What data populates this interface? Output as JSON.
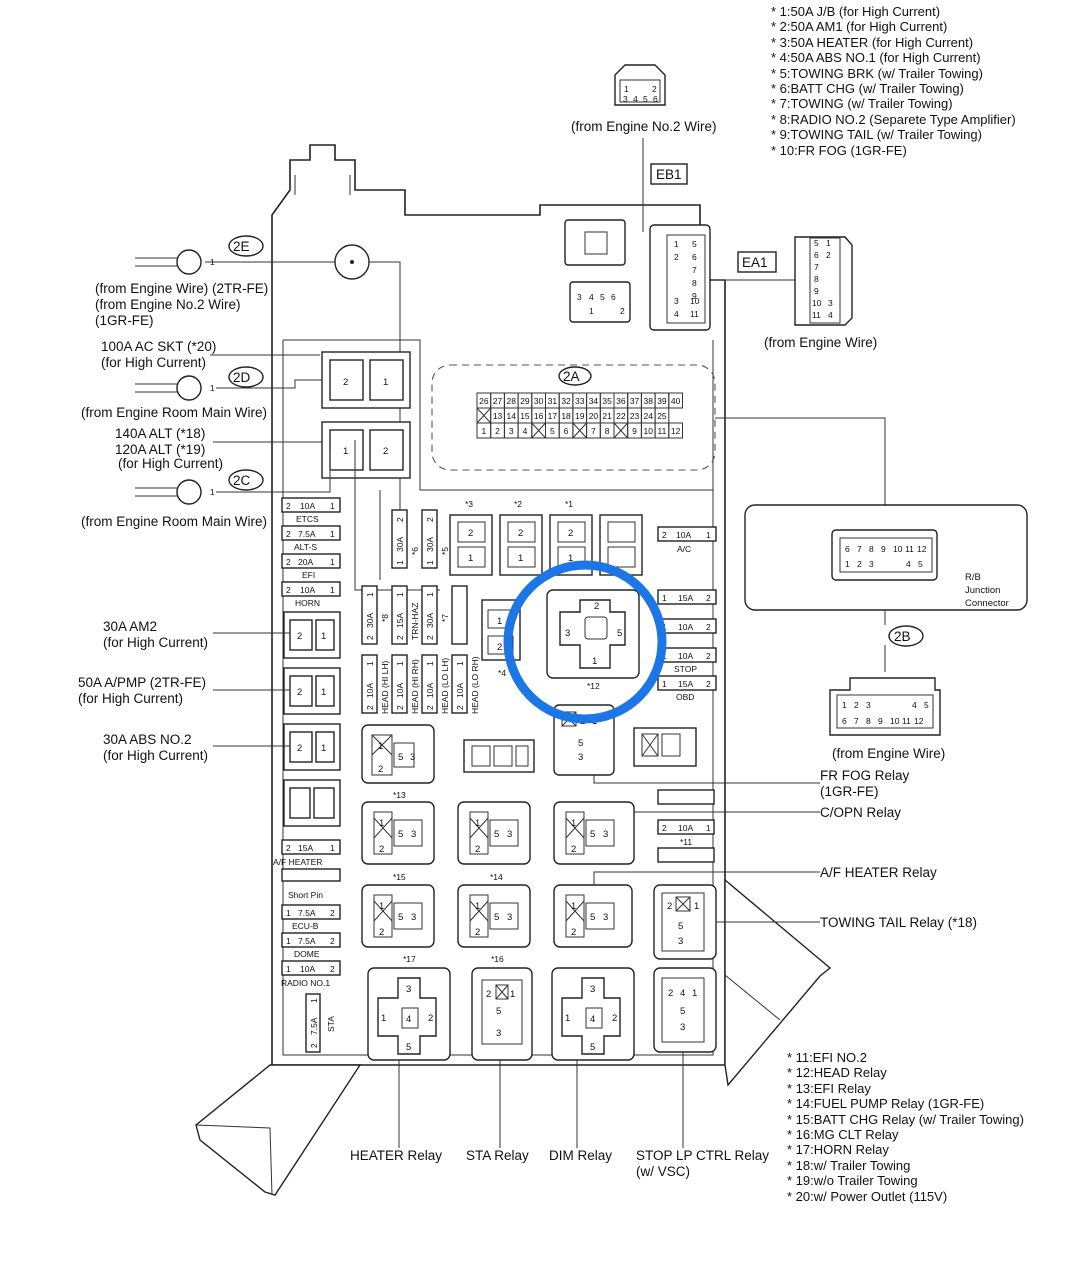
{
  "notes_top": [
    "* 1:50A J/B (for High Current)",
    "* 2:50A AM1 (for High Current)",
    "* 3:50A HEATER (for High Current)",
    "* 4:50A ABS NO.1 (for High Current)",
    "* 5:TOWING BRK (w/ Trailer Towing)",
    "* 6:BATT CHG (w/ Trailer Towing)",
    "* 7:TOWING (w/ Trailer Towing)",
    "* 8:RADIO NO.2 (Separete Type Amplifier)",
    "* 9:TOWING TAIL (w/ Trailer Towing)",
    "* 10:FR FOG (1GR-FE)"
  ],
  "notes_bottom": [
    "* 11:EFI NO.2",
    "* 12:HEAD Relay",
    "* 13:EFI Relay",
    "* 14:FUEL PUMP Relay (1GR-FE)",
    "* 15:BATT CHG Relay (w/ Trailer Towing)",
    "* 16:MG CLT Relay",
    "* 17:HORN Relay",
    "* 18:w/ Trailer Towing",
    "* 19:w/o Trailer Towing",
    "* 20:w/ Power Outlet (115V)"
  ],
  "connectors": {
    "eb1": "EB1",
    "ea1": "EA1",
    "c2a": "2A",
    "c2b": "2B",
    "c2c": "2C",
    "c2d": "2D",
    "c2e": "2E"
  },
  "labels": {
    "from_engine_no2_wire": "(from Engine No.2 Wire)",
    "from_engine_wire_right": "(from Engine Wire)",
    "from_engine_wire_bottom": "(from Engine Wire)",
    "rb_junction": [
      "R/B",
      "Junction",
      "Connector"
    ],
    "e_terminal": [
      "(from Engine Wire) (2TR-FE)",
      "(from Engine No.2 Wire)",
      "(1GR-FE)"
    ],
    "d_terminal_top": [
      "100A AC SKT (*20)",
      "(for High Current)"
    ],
    "d_terminal_bottom": "(from Engine Room Main Wire)",
    "c_terminal_top": [
      "140A ALT (*18)",
      "120A ALT (*19)",
      "(for High Current)"
    ],
    "c_terminal_bottom": "(from Engine Room Main Wire)",
    "am2": [
      "30A AM2",
      "(for High Current)"
    ],
    "apmp": [
      "50A A/PMP (2TR-FE)",
      "(for High Current)"
    ],
    "abs2": [
      "30A ABS NO.2",
      "(for High Current)"
    ],
    "fr_fog_relay": [
      "FR FOG Relay",
      "(1GR-FE)"
    ],
    "copn_relay": "C/OPN Relay",
    "af_heater_relay": "A/F HEATER Relay",
    "towing_tail_relay": "TOWING TAIL Relay (*18)",
    "heater_relay": "HEATER Relay",
    "sta_relay": "STA Relay",
    "dim_relay": "DIM Relay",
    "stop_lp_relay": [
      "STOP LP CTRL Relay",
      "(w/ VSC)"
    ]
  },
  "fuses": {
    "etcs": "ETCS",
    "alts": "ALT-S",
    "efi": "EFI",
    "horn": "HORN",
    "af_heater": "A/F HEATER",
    "short_pin": "Short Pin",
    "ecub": "ECU-B",
    "dome": "DOME",
    "radio1": "RADIO NO.1",
    "sta": "STA",
    "ac": "A/C",
    "stop": "STOP",
    "obd": "OBD",
    "trn_haz": "TRN-HAZ",
    "head_hi_lh": "HEAD (HI LH)",
    "head_hi_rh": "HEAD (HI RH)",
    "head_lo_lh": "HEAD (LO LH)",
    "head_lo_rh": "HEAD (LO RH)",
    "a10": "10A",
    "a75": "7.5A",
    "a20": "20A",
    "a15": "15A",
    "a30": "30A"
  },
  "refs": {
    "r1": "*1",
    "r2": "*2",
    "r3": "*3",
    "r4": "*4",
    "r5": "*5",
    "r6": "*6",
    "r7": "*7",
    "r8": "*8",
    "r11": "*11",
    "r12": "*12",
    "r13": "*13",
    "r14": "*14",
    "r15": "*15",
    "r16": "*16",
    "r17": "*17"
  },
  "connector_2a": {
    "row1": [
      "26",
      "27",
      "28",
      "29",
      "30",
      "31",
      "32",
      "33",
      "34",
      "35",
      "36",
      "37",
      "38",
      "39",
      "40"
    ],
    "row2": [
      "",
      "13",
      "14",
      "15",
      "16",
      "17",
      "18",
      "19",
      "20",
      "21",
      "22",
      "23",
      "24",
      "25"
    ],
    "row3": [
      "1",
      "2",
      "3",
      "4",
      "",
      "5",
      "6",
      "",
      "7",
      "8",
      "",
      "9",
      "10",
      "11",
      "12"
    ]
  },
  "colors": {
    "highlight_ring": "#1c76e6",
    "line": "#222222"
  }
}
